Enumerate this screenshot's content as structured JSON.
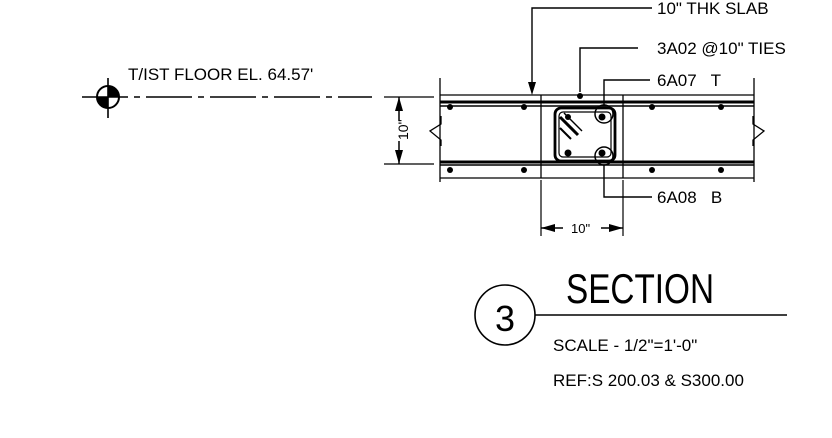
{
  "labels": {
    "floor_elevation": "T/IST FLOOR EL. 64.57'",
    "slab_callout": "10\" THK SLAB",
    "ties_callout": "3A02 @10\" TIES",
    "top_bars_callout": "6A07   T",
    "bottom_bars_callout": "6A08   B",
    "slab_thickness_dim": "10\"",
    "beam_width_dim": "10\""
  },
  "section_title": {
    "number": "3",
    "title": "SECTION",
    "scale": "SCALE - 1/2\"=1'-0\"",
    "reference": "REF:S 200.03 & S300.00"
  }
}
